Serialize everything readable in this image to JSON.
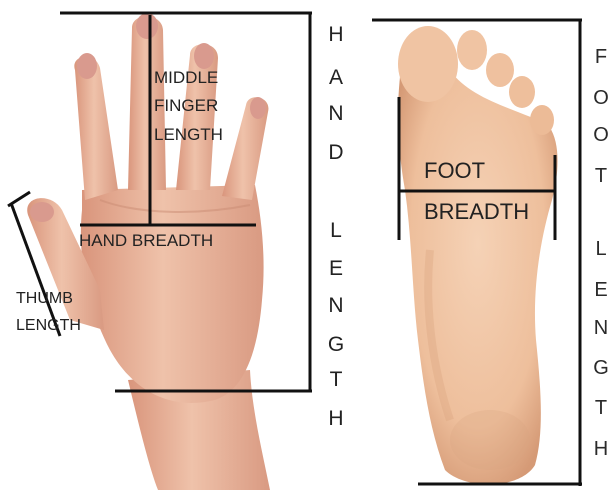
{
  "hand": {
    "middle_finger_length_lines": [
      "MIDDLE",
      "FINGER",
      "LENGTH"
    ],
    "hand_breadth_label": "HAND BREADTH",
    "thumb_length_lines": [
      "THUMB",
      "LENGTH"
    ],
    "hand_length_letters_1": [
      "H",
      "A",
      "N",
      "D"
    ],
    "hand_length_letters_2": [
      "L",
      "E",
      "N",
      "G",
      "T",
      "H"
    ]
  },
  "foot": {
    "foot_breadth_lines": [
      "FOOT",
      "BREADTH"
    ],
    "foot_length_letters_1": [
      "F",
      "O",
      "O",
      "T"
    ],
    "foot_length_letters_2": [
      "L",
      "E",
      "N",
      "G",
      "T",
      "H"
    ]
  },
  "colors": {
    "skin": "#e8b89f",
    "skin_shadow": "#c98b73",
    "nail": "#d99a8e",
    "sole": "#f2c7a6",
    "sole_shadow": "#d9a27f",
    "line": "#111111"
  }
}
